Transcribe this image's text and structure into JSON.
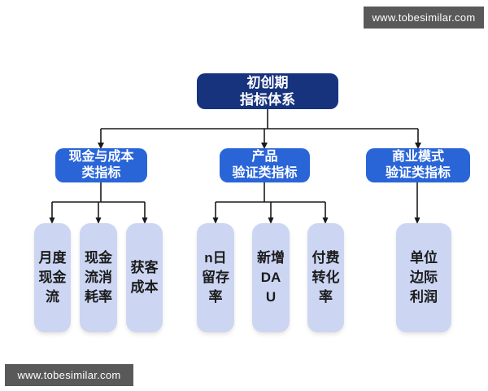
{
  "watermarks": {
    "top_right": "www.tobesimilar.com",
    "bottom_left": "www.tobesimilar.com"
  },
  "colors": {
    "root_fill": "#17337e",
    "branch_fill": "#2a65d8",
    "leaf_fill": "#ccd6f3",
    "leaf_text": "#1b1b1b",
    "node_text": "#ffffff",
    "connector": "#1a1a1a",
    "watermark_bg": "#595959",
    "watermark_text": "#ffffff"
  },
  "diagram": {
    "root": {
      "label": "初创期\n指标体系"
    },
    "branches": [
      {
        "label": "现金与成本\n类指标",
        "children": [
          "月度\n现金\n流",
          "现金\n流消\n耗率",
          "获客\n成本"
        ]
      },
      {
        "label": "产品\n验证类指标",
        "children": [
          "n日\n留存\n率",
          "新增\nDA\nU",
          "付费\n转化\n率"
        ]
      },
      {
        "label": "商业模式\n验证类指标",
        "children": [
          "单位\n边际\n利润"
        ]
      }
    ]
  }
}
